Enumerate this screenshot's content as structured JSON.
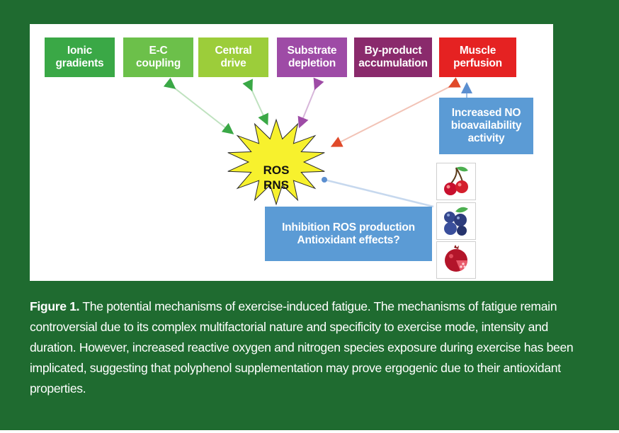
{
  "diagram": {
    "mechanisms": [
      {
        "label": "Ionic\ngradients",
        "color": "#3aa846"
      },
      {
        "label": "E-C\ncoupling",
        "color": "#6cc04a"
      },
      {
        "label": "Central\ndrive",
        "color": "#9ccd3a"
      },
      {
        "label": "Substrate\ndepletion",
        "color": "#9e4ba6"
      },
      {
        "label": "By-product\naccumulation",
        "color": "#8a2a6c"
      },
      {
        "label": "Muscle\nperfusion",
        "color": "#e52222"
      }
    ],
    "center": {
      "label": "ROS\nRNS",
      "fill": "#f7f12d"
    },
    "no_box": {
      "label": "Increased NO\nbioavailability\nactivity",
      "color": "#5b9bd5"
    },
    "inhibition_box": {
      "label": "Inhibition ROS production\nAntioxidant effects?",
      "color": "#5b9bd5"
    },
    "fruits": [
      {
        "icon": "cherry-icon"
      },
      {
        "icon": "blueberry-icon"
      },
      {
        "icon": "pomegranate-icon"
      }
    ]
  },
  "caption": {
    "lead": "Figure 1.",
    "text": " The potential mechanisms of exercise-induced fatigue. The mechanisms of fatigue remain controversial due to its complex multifactorial nature and specificity to exercise mode, intensity and duration. However, increased reactive oxygen and nitrogen species exposure during exercise has been implicated, suggesting that polyphenol supplementation may prove ergogenic due to their antioxidant properties."
  },
  "colors": {
    "frame": "#1f6b30",
    "arrow_green": "#7ac47a",
    "arrow_purple": "#9e4ba6",
    "arrow_red": "#e0553a",
    "arrow_blue": "#7aa7d6"
  }
}
